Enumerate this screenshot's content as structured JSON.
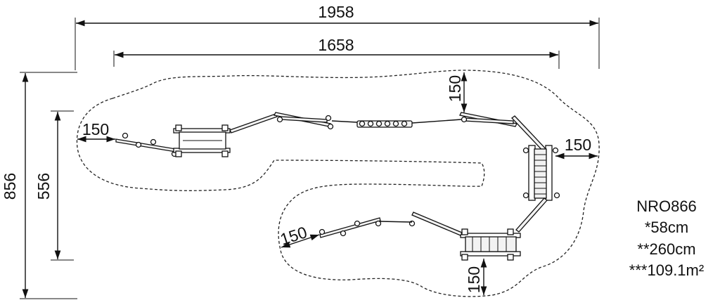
{
  "dimensions": {
    "overall_width": "1958",
    "inner_width": "1658",
    "overall_height": "856",
    "inner_height": "556",
    "clearance_left": "150",
    "clearance_top": "150",
    "clearance_right": "150",
    "clearance_lower_left": "150",
    "clearance_bottom": "150"
  },
  "spec": {
    "model": "NRO866",
    "height_free_fall": "*58cm",
    "height_max": "**260cm",
    "safety_area": "***109.1m²"
  },
  "colors": {
    "ink": "#111111",
    "background": "#ffffff"
  }
}
